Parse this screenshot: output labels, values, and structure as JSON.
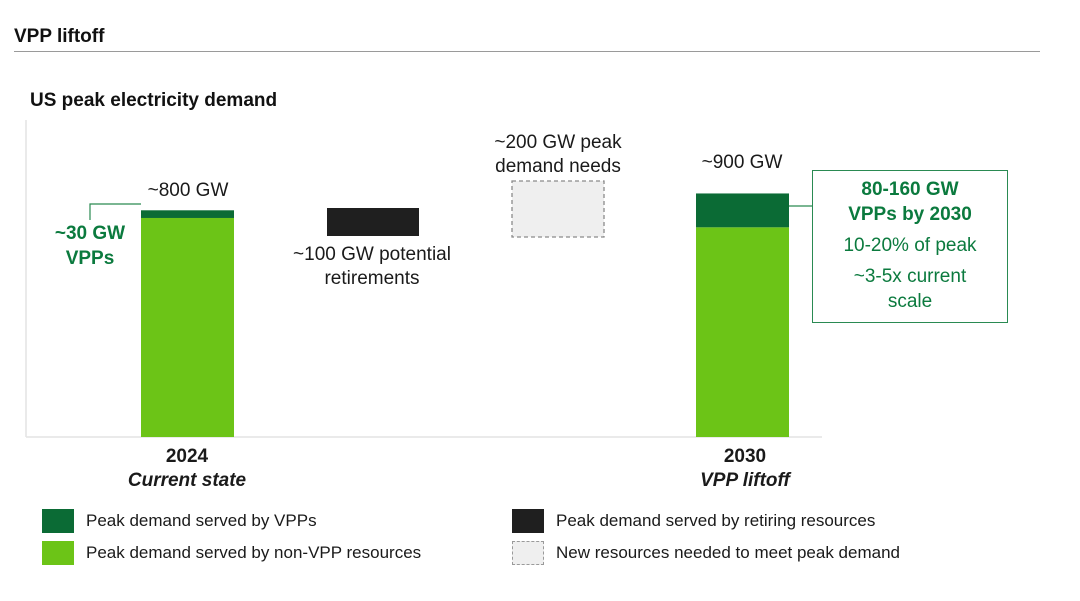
{
  "header": {
    "title": "VPP liftoff"
  },
  "chart_data": {
    "type": "bar",
    "title": "US peak electricity demand",
    "categories": [
      "2024",
      "2030"
    ],
    "category_subtitles": [
      "Current state",
      "VPP liftoff"
    ],
    "ylim": [
      0,
      900
    ],
    "unit": "GW",
    "series": [
      {
        "name": "Peak demand served by non-VPP resources",
        "values": [
          770,
          760
        ],
        "color": "#6cc417"
      },
      {
        "name": "Peak demand served by VPPs",
        "values": [
          30,
          140
        ],
        "color": "#0b6b35"
      }
    ],
    "totals": [
      "~800 GW",
      "~900 GW"
    ],
    "vpp_label_2024": [
      "~30 GW",
      "VPPs"
    ],
    "retirements": {
      "label": [
        "~100 GW potential",
        "retirements"
      ],
      "value": 100,
      "color": "#1f1f1f"
    },
    "new_needs": {
      "label": [
        "~200 GW peak",
        "demand needs"
      ],
      "value": 200,
      "color": "#efefef"
    },
    "callout": {
      "line1": [
        "80-160 GW",
        "VPPs by 2030"
      ],
      "line2": "10-20% of peak",
      "line3": [
        "~3-5x current",
        "scale"
      ]
    },
    "legend": [
      {
        "label": "Peak demand served by VPPs",
        "color": "#0b6b35",
        "style": "solid"
      },
      {
        "label": "Peak demand served by retiring resources",
        "color": "#1f1f1f",
        "style": "solid"
      },
      {
        "label": "Peak demand served by non-VPP resources",
        "color": "#6cc417",
        "style": "solid"
      },
      {
        "label": "New resources needed to meet peak demand",
        "color": "#efefef",
        "style": "dashed"
      }
    ],
    "grid": false
  }
}
